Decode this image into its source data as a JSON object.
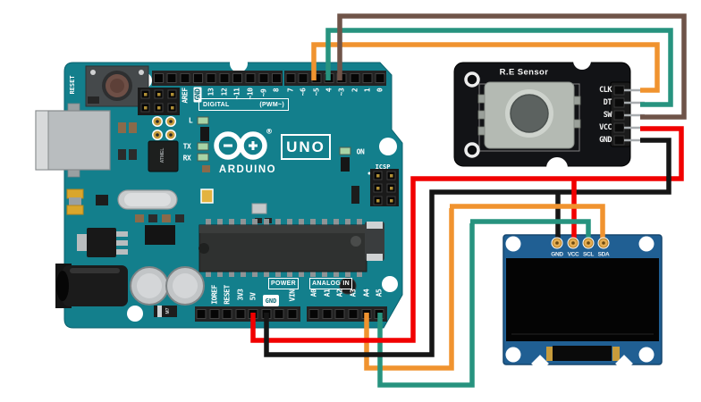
{
  "arduino": {
    "reset_label": "RESET",
    "brand": "ARDUINO",
    "model": "UNO",
    "registered": "®",
    "digital_left": [
      "AREF",
      "GND",
      "13",
      "12",
      "~11",
      "~10",
      "~9",
      "8"
    ],
    "digital_right": [
      "7",
      "~6",
      "~5",
      "4",
      "~3",
      "2",
      "1",
      "0"
    ],
    "digital_box": {
      "left": "DIGITAL",
      "right": "(PWM~)"
    },
    "power_label": "POWER",
    "analog_label": "ANALOG IN",
    "power_pins": [
      "IOREF",
      "RESET",
      "3V3",
      "5V",
      "GND",
      "VIN"
    ],
    "analog_pins": [
      "A0",
      "A1",
      "A2",
      "A3",
      "A4",
      "A5"
    ],
    "led_l": "L",
    "led_tx": "TX",
    "led_rx": "RX",
    "led_on": "ON",
    "icsp_label": "ICSP",
    "mcu_label": "ATMEL",
    "diode_label": "M7"
  },
  "encoder": {
    "title": "R.E Sensor",
    "pin_labels": [
      "CLK",
      "DT",
      "SW",
      "VCC",
      "GND"
    ]
  },
  "oled": {
    "pin_labels": [
      "GND",
      "VCC",
      "SCL",
      "SDA"
    ]
  },
  "wires": [
    {
      "id": "encoder-clk",
      "color_ref": "wire_orange",
      "from": "arduino-digital-~5",
      "to": "encoder-clk"
    },
    {
      "id": "encoder-dt",
      "color_ref": "wire_teal",
      "from": "arduino-digital-4",
      "to": "encoder-dt"
    },
    {
      "id": "encoder-sw",
      "color_ref": "wire_brown",
      "from": "arduino-digital-~3",
      "to": "encoder-sw"
    },
    {
      "id": "power-5v",
      "color_ref": "wire_red",
      "from": "arduino-5v",
      "to": "encoder-vcc, oled-vcc"
    },
    {
      "id": "power-gnd",
      "color_ref": "wire_black",
      "from": "arduino-gnd",
      "to": "encoder-gnd, oled-gnd"
    },
    {
      "id": "i2c-sda",
      "color_ref": "wire_orange",
      "from": "arduino-a4",
      "to": "oled-sda"
    },
    {
      "id": "i2c-scl",
      "color_ref": "wire_teal",
      "from": "arduino-a5",
      "to": "oled-scl"
    }
  ],
  "colors": {
    "board_teal": "#137f8c",
    "board_edge": "#0b626e",
    "oled_blue": "#205f93",
    "oled_edge": "#16466e",
    "sensor_black": "#121316",
    "wire_red": "#f10000",
    "wire_black": "#161616",
    "wire_orange": "#f0932f",
    "wire_teal": "#27937f",
    "wire_brown": "#6f5449",
    "gold": "#c79b3b",
    "pin_gold": "#e5ad52",
    "led_green": "#a7d4a6"
  }
}
